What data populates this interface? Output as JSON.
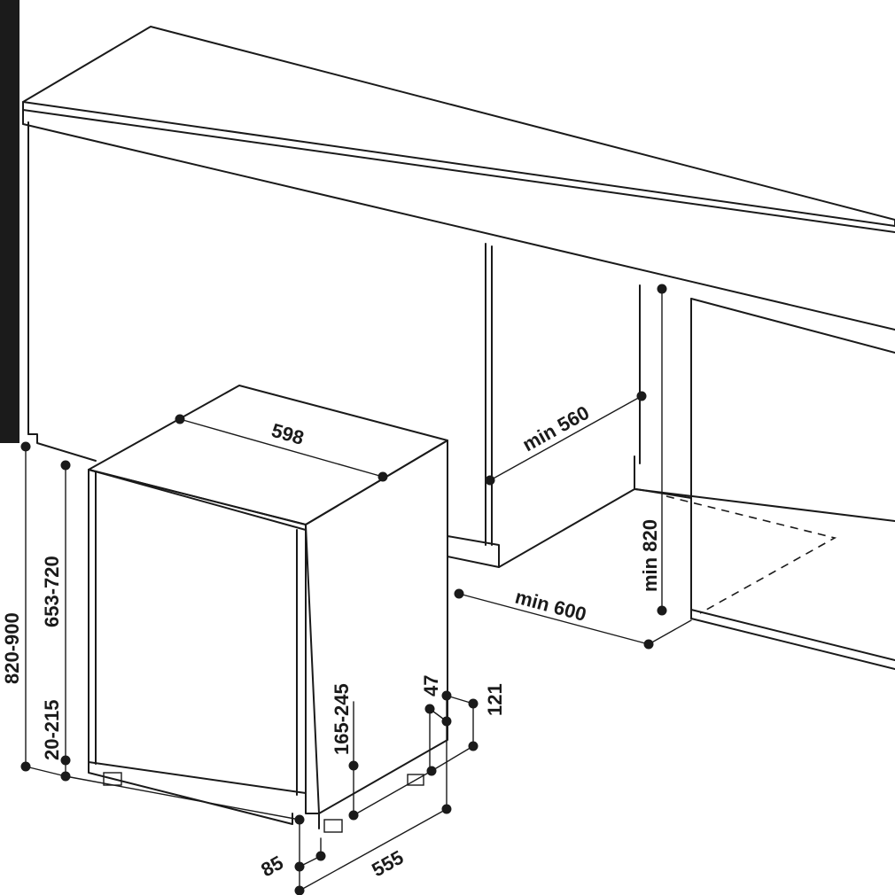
{
  "diagram": {
    "labels": {
      "width_598": "598",
      "min_560": "min 560",
      "min_600": "min 600",
      "min_820": "min 820",
      "height_820_900": "820-900",
      "door_653_720": "653-720",
      "foot_20_215": "20-215",
      "plinth_165_245": "165-245",
      "gap_47": "47",
      "gap_121": "121",
      "depth_85": "85",
      "depth_555": "555"
    }
  }
}
